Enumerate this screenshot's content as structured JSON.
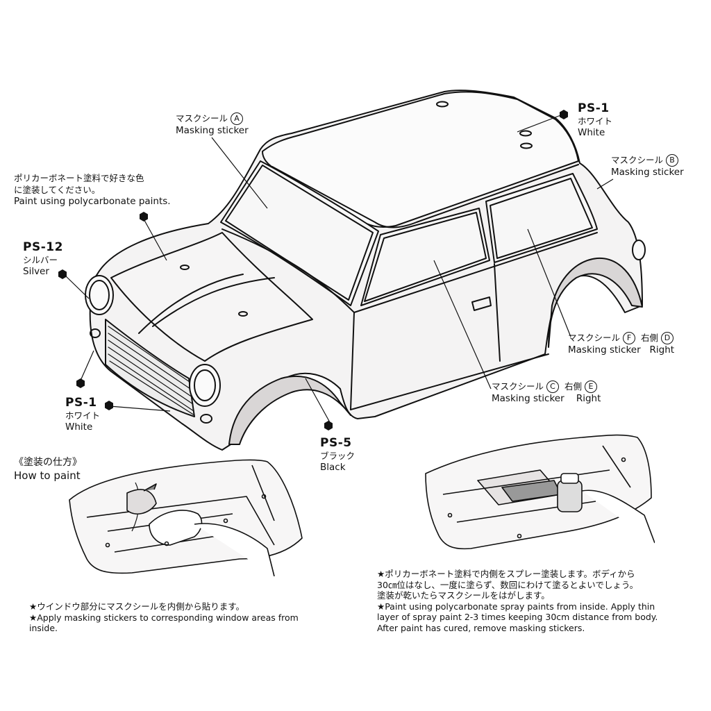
{
  "labels": {
    "mask_a": {
      "jp": "マスクシール",
      "letter": "A",
      "en": "Masking sticker"
    },
    "mask_b": {
      "jp": "マスクシール",
      "letter": "B",
      "en": "Masking sticker"
    },
    "mask_f": {
      "jp": "マスクシール",
      "letter": "F",
      "side_jp": "右側",
      "side_letter": "D",
      "en": "Masking sticker",
      "side_en": "Right"
    },
    "mask_c": {
      "jp": "マスクシール",
      "letter": "C",
      "side_jp": "右側",
      "side_letter": "E",
      "en": "Masking sticker",
      "side_en": "Right"
    },
    "ps1_top": {
      "code": "PS-1",
      "jp": "ホワイト",
      "en": "White"
    },
    "ps12": {
      "code": "PS-12",
      "jp": "シルバー",
      "en": "Silver"
    },
    "ps1_bottom": {
      "code": "PS-1",
      "jp": "ホワイト",
      "en": "White"
    },
    "ps5": {
      "code": "PS-5",
      "jp": "ブラック",
      "en": "Black"
    },
    "poly_note": {
      "jp1": "ポリカーボネート塗料で好きな色",
      "jp2": "に塗装してください。",
      "en": "Paint using polycarbonate paints."
    }
  },
  "how_to": {
    "title_jp": "《塗装の仕方》",
    "title_en": "How to paint"
  },
  "notes": {
    "left": {
      "jp": "★ウインドウ部分にマスクシールを内側から貼ります。",
      "en1": "★Apply masking stickers to corresponding window areas from",
      "en2": "inside."
    },
    "right": {
      "jp1": "★ポリカーボネート塗料で内側をスプレー塗装します。ボディから",
      "jp2": "30㎝位はなし、一度に塗らず、数回にわけて塗るとよいでしょう。",
      "jp3": "塗装が乾いたらマスクシールをはがします。",
      "en1": "★Paint using polycarbonate spray paints from inside. Apply thin",
      "en2": "layer of spray paint 2-3 times keeping 30cm distance from body.",
      "en3": "After paint has cured, remove masking stickers."
    }
  },
  "colors": {
    "ink": "#111111",
    "body_fill": "#f4f3f3",
    "shade": "#d9d6d6",
    "paper": "#ffffff"
  }
}
